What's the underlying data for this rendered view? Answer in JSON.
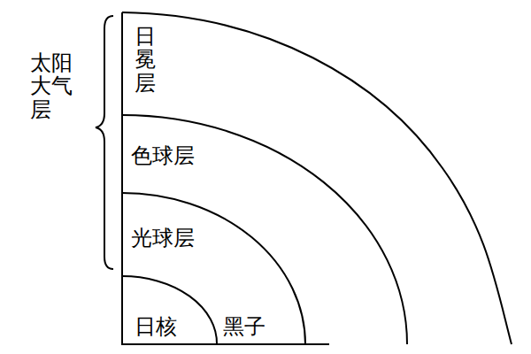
{
  "diagram": {
    "nodes": [
      {
        "text": [
          "日冕层"
        ]
      },
      {
        "text": [
          "色球层"
        ]
      },
      {
        "text": [
          "光球层"
        ]
      },
      {
        "text": [
          "日核"
        ]
      }
    ],
    "labels": [
      "黑子",
      "太阳大气层"
    ]
  }
}
